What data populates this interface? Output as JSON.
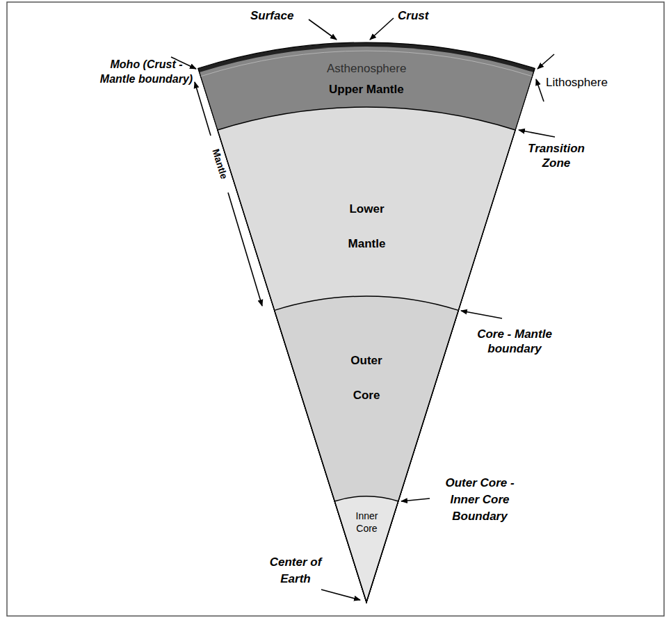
{
  "diagram": {
    "labels": [
      "Surface",
      "Crust",
      "Moho (Crust - Mantle boundary)",
      "Lithosphere",
      "Asthenosphere",
      "Upper Mantle",
      "Transition Zone",
      "Mantle",
      "Lower Mantle",
      "Core - Mantle boundary",
      "Outer Core",
      "Outer Core - Inner Core Boundary",
      "Inner Core",
      "Center of Earth"
    ]
  }
}
